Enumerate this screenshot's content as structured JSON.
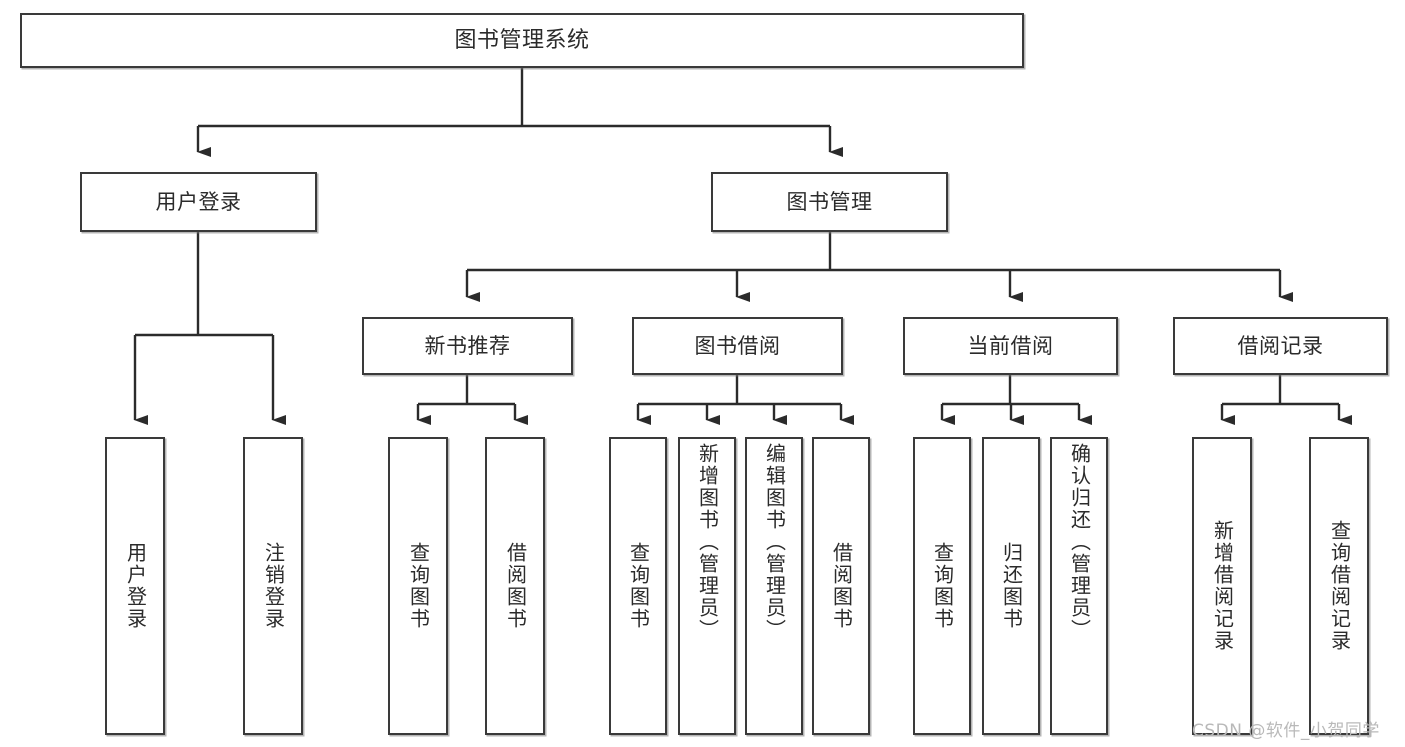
{
  "diagram": {
    "title": "图书管理系统",
    "type": "tree",
    "watermark": "CSDN @软件_小贺同学",
    "colors": {
      "node_border": "#3a3a3a",
      "node_fill": "#ffffff",
      "edge": "#2b2b2b",
      "text": "#2b2b2b",
      "watermark": "#b9b9b9"
    },
    "nodes": {
      "root": {
        "label": "图书管理系统",
        "level": 1
      },
      "user_login": {
        "label": "用户登录",
        "level": 2
      },
      "book_manage": {
        "label": "图书管理",
        "level": 2
      },
      "new_book_rec": {
        "label": "新书推荐",
        "level": 3
      },
      "book_borrow": {
        "label": "图书借阅",
        "level": 3
      },
      "current_borrow": {
        "label": "当前借阅",
        "level": 3
      },
      "borrow_record": {
        "label": "借阅记录",
        "level": 3
      },
      "leaf_user_login": {
        "label": "用户登录",
        "level": 4
      },
      "leaf_logout": {
        "label": "注销登录",
        "level": 4
      },
      "leaf_query_book_1": {
        "label": "查询图书",
        "level": 4
      },
      "leaf_borrow_book_1": {
        "label": "借阅图书",
        "level": 4
      },
      "leaf_query_book_2": {
        "label": "查询图书",
        "level": 4
      },
      "leaf_add_book": {
        "label": "新增图书（管理员）",
        "level": 4
      },
      "leaf_edit_book": {
        "label": "编辑图书（管理员）",
        "level": 4
      },
      "leaf_borrow_book_2": {
        "label": "借阅图书",
        "level": 4
      },
      "leaf_query_book_3": {
        "label": "查询图书",
        "level": 4
      },
      "leaf_return_book": {
        "label": "归还图书",
        "level": 4
      },
      "leaf_confirm_return": {
        "label": "确认归还（管理员）",
        "level": 4
      },
      "leaf_add_record": {
        "label": "新增借阅记录",
        "level": 4
      },
      "leaf_query_record": {
        "label": "查询借阅记录",
        "level": 4
      }
    },
    "edges": [
      {
        "from": "root",
        "to": "user_login"
      },
      {
        "from": "root",
        "to": "book_manage"
      },
      {
        "from": "book_manage",
        "to": "new_book_rec"
      },
      {
        "from": "book_manage",
        "to": "book_borrow"
      },
      {
        "from": "book_manage",
        "to": "current_borrow"
      },
      {
        "from": "book_manage",
        "to": "borrow_record"
      },
      {
        "from": "user_login",
        "to": "leaf_user_login"
      },
      {
        "from": "user_login",
        "to": "leaf_logout"
      },
      {
        "from": "new_book_rec",
        "to": "leaf_query_book_1"
      },
      {
        "from": "new_book_rec",
        "to": "leaf_borrow_book_1"
      },
      {
        "from": "book_borrow",
        "to": "leaf_query_book_2"
      },
      {
        "from": "book_borrow",
        "to": "leaf_add_book"
      },
      {
        "from": "book_borrow",
        "to": "leaf_edit_book"
      },
      {
        "from": "book_borrow",
        "to": "leaf_borrow_book_2"
      },
      {
        "from": "current_borrow",
        "to": "leaf_query_book_3"
      },
      {
        "from": "current_borrow",
        "to": "leaf_return_book"
      },
      {
        "from": "current_borrow",
        "to": "leaf_confirm_return"
      },
      {
        "from": "borrow_record",
        "to": "leaf_add_record"
      },
      {
        "from": "borrow_record",
        "to": "leaf_query_record"
      }
    ]
  }
}
